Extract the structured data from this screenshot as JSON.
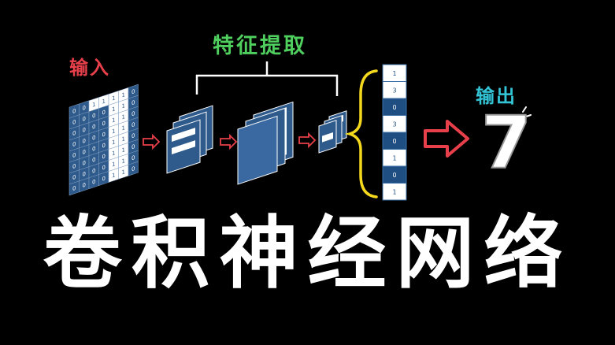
{
  "labels": {
    "input": "输入",
    "feature_extraction": "特征提取",
    "output": "输出",
    "result_digit": "7",
    "title": "卷积神经网络"
  },
  "input_grid": {
    "rows": [
      [
        "0",
        "0",
        "1",
        "1",
        "1",
        "1",
        "0"
      ],
      [
        "0",
        "0",
        "0",
        "0",
        "1",
        "1",
        "0"
      ],
      [
        "0",
        "0",
        "0",
        "0",
        "1",
        "1",
        "0"
      ],
      [
        "0",
        "0",
        "0",
        "0",
        "1",
        "1",
        "0"
      ],
      [
        "0",
        "0",
        "0",
        "0",
        "1",
        "1",
        "0"
      ],
      [
        "0",
        "0",
        "0",
        "0",
        "1",
        "1",
        "0"
      ],
      [
        "0",
        "0",
        "0",
        "0",
        "1",
        "1",
        "0"
      ],
      [
        "0",
        "0",
        "0",
        "0",
        "1",
        "1",
        "0"
      ]
    ]
  },
  "feature_vector": {
    "values": [
      "1",
      "3",
      "0",
      "3",
      "0",
      "1",
      "0",
      "1"
    ]
  },
  "colors": {
    "background": "#000000",
    "cell_blue": "#2f5b8c",
    "cell_highlight": "#ffffff",
    "vector_dark": "#1f4e82",
    "vector_light": "#ffffff",
    "arrow_red": "#e8404a",
    "brace_yellow": "#f4d81e",
    "input_label": "#e8404a",
    "feature_label": "#4fcf5e",
    "output_label": "#33c4d6"
  },
  "icons": {
    "small_arrow": "arrow-right-outline-icon",
    "big_arrow": "arrow-right-outline-icon",
    "brace": "curly-brace-icon",
    "bracket": "square-bracket-icon"
  }
}
